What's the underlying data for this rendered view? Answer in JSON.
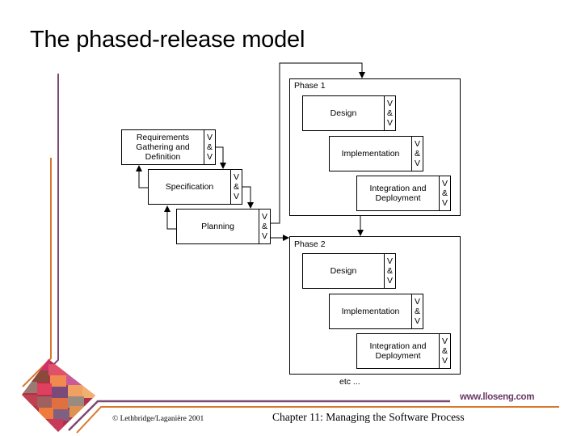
{
  "slide": {
    "title": "The phased-release model",
    "footer": {
      "copyright": "© Lethbridge/Laganière 2001",
      "chapter": "Chapter 11: Managing the Software Process",
      "url": "www.lloseng.com"
    },
    "colors": {
      "purple": "#7a4a72",
      "orange": "#d7782e"
    }
  },
  "diagram": {
    "vv_label": [
      "V",
      "&",
      "V"
    ],
    "initial_stages": [
      {
        "label_lines": [
          "Requirements",
          "Gathering and",
          "Definition"
        ]
      },
      {
        "label_lines": [
          "Specification"
        ]
      },
      {
        "label_lines": [
          "Planning"
        ]
      }
    ],
    "phases": [
      {
        "title": "Phase 1",
        "stages": [
          {
            "label_lines": [
              "Design"
            ]
          },
          {
            "label_lines": [
              "Implementation"
            ]
          },
          {
            "label_lines": [
              "Integration and",
              "Deployment"
            ]
          }
        ]
      },
      {
        "title": "Phase 2",
        "stages": [
          {
            "label_lines": [
              "Design"
            ]
          },
          {
            "label_lines": [
              "Implementation"
            ]
          },
          {
            "label_lines": [
              "Integration and",
              "Deployment"
            ]
          }
        ]
      }
    ],
    "continuation": "etc ..."
  }
}
